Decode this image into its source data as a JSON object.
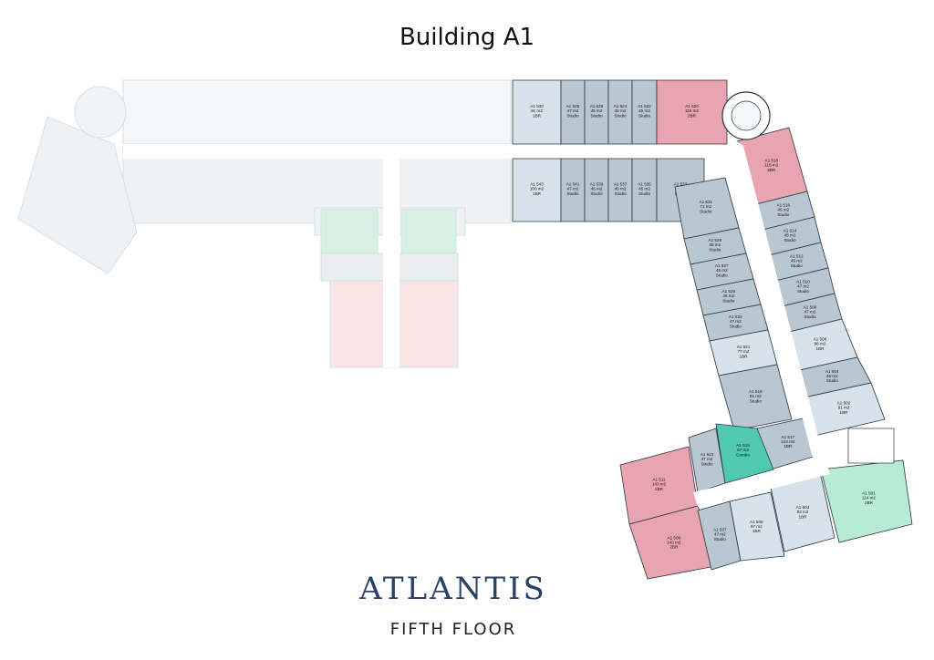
{
  "title": "Building A1",
  "brand": "ATLANTIS",
  "floor_label": "FIFTH FLOOR",
  "colors": {
    "dim": "#eef2f5",
    "studio": "#b9c7d2",
    "one_br": "#d6e3ea",
    "two_br": "#e8a4b0",
    "combo": "#4fc9b0",
    "mint": "#b8ecd2",
    "corridor": "#ffffff",
    "wall": "#2b3440",
    "logo": "#2a4266"
  },
  "units": [
    {
      "id": "A1 530",
      "lines": [
        "A1 530",
        "91 m2",
        "1BR"
      ],
      "type": "one_br"
    },
    {
      "id": "A1 528",
      "lines": [
        "A1 528",
        "47 m2",
        "Studio"
      ],
      "type": "studio"
    },
    {
      "id": "A1 526",
      "lines": [
        "A1 526",
        "45 m2",
        "Studio"
      ],
      "type": "studio"
    },
    {
      "id": "A1 524",
      "lines": [
        "A1 524",
        "45 m2",
        "Studio"
      ],
      "type": "studio"
    },
    {
      "id": "A1 522",
      "lines": [
        "A1 522",
        "45 m2",
        "Studio"
      ],
      "type": "studio"
    },
    {
      "id": "A1 520",
      "lines": [
        "A1 520",
        "115 m2",
        "2BR"
      ],
      "type": "two_br"
    },
    {
      "id": "A1 543",
      "lines": [
        "A1 543",
        "100 m2",
        "1BR"
      ],
      "type": "one_br"
    },
    {
      "id": "A1 541",
      "lines": [
        "A1 541",
        "47 m2",
        "Studio"
      ],
      "type": "studio"
    },
    {
      "id": "A1 539",
      "lines": [
        "A1 539",
        "45 m2",
        "Studio"
      ],
      "type": "studio"
    },
    {
      "id": "A1 537",
      "lines": [
        "A1 537",
        "45 m2",
        "Studio"
      ],
      "type": "studio"
    },
    {
      "id": "A1 535",
      "lines": [
        "A1 535",
        "45 m2",
        "Studio"
      ],
      "type": "studio"
    },
    {
      "id": "A1 533",
      "lines": [
        "A1 533",
        "71 m2",
        "Studio"
      ],
      "type": "studio"
    },
    {
      "id": "A1 518",
      "lines": [
        "A1 518",
        "115 m2",
        "2BR"
      ],
      "type": "two_br"
    },
    {
      "id": "A1 531",
      "lines": [
        "A1 531",
        "71 m2",
        "Studio"
      ],
      "type": "studio"
    },
    {
      "id": "A1 516",
      "lines": [
        "A1 516",
        "45 m2",
        "Studio"
      ],
      "type": "studio"
    },
    {
      "id": "A1 514",
      "lines": [
        "A1 514",
        "45 m2",
        "Studio"
      ],
      "type": "studio"
    },
    {
      "id": "A1 529",
      "lines": [
        "A1 529",
        "45 m2",
        "Studio"
      ],
      "type": "studio"
    },
    {
      "id": "A1 527",
      "lines": [
        "A1 527",
        "45 m2",
        "Studio"
      ],
      "type": "studio"
    },
    {
      "id": "A1 512",
      "lines": [
        "A1 512",
        "45 m2",
        "Studio"
      ],
      "type": "studio"
    },
    {
      "id": "A1 525",
      "lines": [
        "A1 525",
        "45 m2",
        "Studio"
      ],
      "type": "studio"
    },
    {
      "id": "A1 510",
      "lines": [
        "A1 510",
        "47 m2",
        "Studio"
      ],
      "type": "studio"
    },
    {
      "id": "A1 523",
      "lines": [
        "A1 523",
        "47 m2",
        "Studio"
      ],
      "type": "studio"
    },
    {
      "id": "A1 508",
      "lines": [
        "A1 508",
        "47 m2",
        "Studio"
      ],
      "type": "studio"
    },
    {
      "id": "A1 521",
      "lines": [
        "A1 521",
        "77 m2",
        "1BR"
      ],
      "type": "one_br"
    },
    {
      "id": "A1 506",
      "lines": [
        "A1 506",
        "98 m2",
        "1BR"
      ],
      "type": "one_br"
    },
    {
      "id": "A1 519",
      "lines": [
        "A1 519",
        "81 m2",
        "Studio"
      ],
      "type": "studio"
    },
    {
      "id": "A1 504",
      "lines": [
        "A1 504",
        "45 m2",
        "Studio"
      ],
      "type": "studio"
    },
    {
      "id": "A1 502",
      "lines": [
        "A1 502",
        "91 m2",
        "1BR"
      ],
      "type": "one_br"
    },
    {
      "id": "A1 517",
      "lines": [
        "A1 517",
        "123 m2",
        "1BR"
      ],
      "type": "studio"
    },
    {
      "id": "A1 513",
      "lines": [
        "A1 513",
        "47 m2",
        "Studio"
      ],
      "type": "studio"
    },
    {
      "id": "A1 515",
      "lines": [
        "A1 515",
        "67 m2",
        "Combo"
      ],
      "type": "combo"
    },
    {
      "id": "A1 511",
      "lines": [
        "A1 511",
        "143 m2",
        "2BR"
      ],
      "type": "two_br"
    },
    {
      "id": "A1 509",
      "lines": [
        "A1 509",
        "143 m2",
        "2BR"
      ],
      "type": "two_br"
    },
    {
      "id": "A1 507",
      "lines": [
        "A1 507",
        "47 m2",
        "Studio"
      ],
      "type": "studio"
    },
    {
      "id": "A1 505",
      "lines": [
        "A1 505",
        "97 m2",
        "1BR"
      ],
      "type": "one_br"
    },
    {
      "id": "A1 503",
      "lines": [
        "A1 503",
        "93 m2",
        "1BR"
      ],
      "type": "one_br"
    },
    {
      "id": "A1 501",
      "lines": [
        "A1 501",
        "114 m2",
        "2BR"
      ],
      "type": "mint"
    }
  ]
}
